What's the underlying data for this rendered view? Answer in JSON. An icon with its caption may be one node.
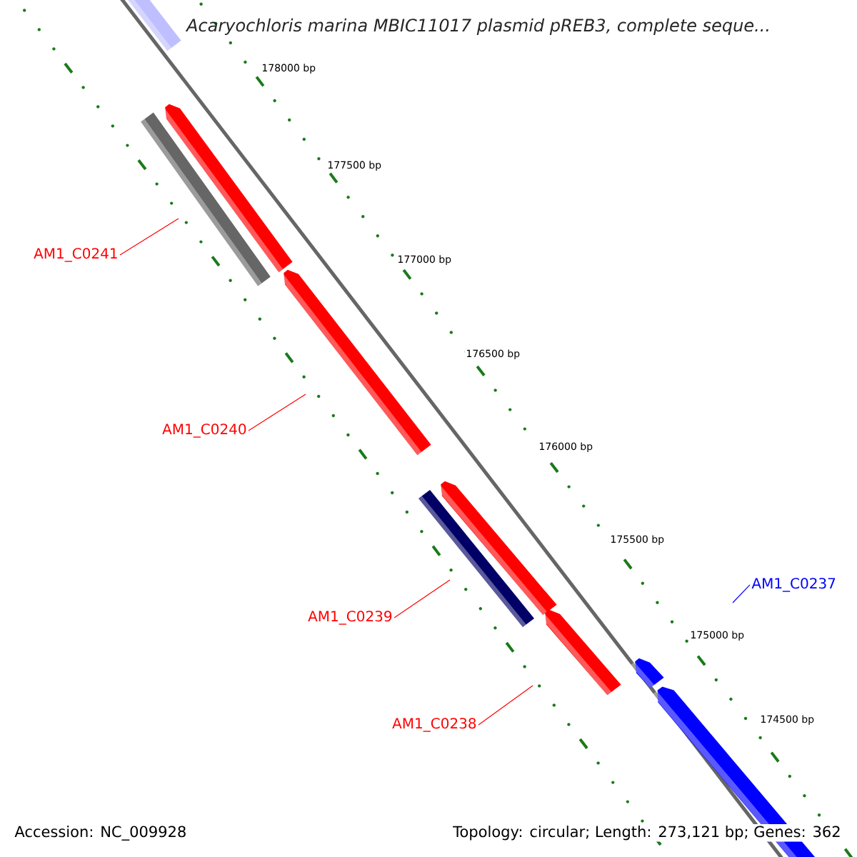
{
  "diagram": {
    "title": "Acaryochloris marina MBIC11017 plasmid pREB3, complete seque...",
    "nodes": [
      {
        "text": [
          "AM1_C0241"
        ]
      },
      {
        "text": [
          "AM1_C0240"
        ]
      },
      {
        "text": [
          "AM1_C0239"
        ]
      },
      {
        "text": [
          "AM1_C0238"
        ]
      },
      {
        "text": [
          "AM1_C0237"
        ]
      }
    ],
    "edges": [
      {
        "from": 0,
        "to": null,
        "arrow": "none"
      },
      {
        "from": 1,
        "to": null,
        "arrow": "none"
      },
      {
        "from": 2,
        "to": null,
        "arrow": "none"
      },
      {
        "from": 3,
        "to": null,
        "arrow": "none"
      },
      {
        "from": 4,
        "to": null,
        "arrow": "none",
        "color": "#0000ff"
      }
    ],
    "labels": [
      "178000 bp",
      "177500 bp",
      "177000 bp",
      "176500 bp",
      "176000 bp",
      "175500 bp",
      "175000 bp",
      "174500 bp",
      "Accession: NC_009928",
      "Topology: circular; Length: 273,121 bp; Genes: 362"
    ]
  }
}
